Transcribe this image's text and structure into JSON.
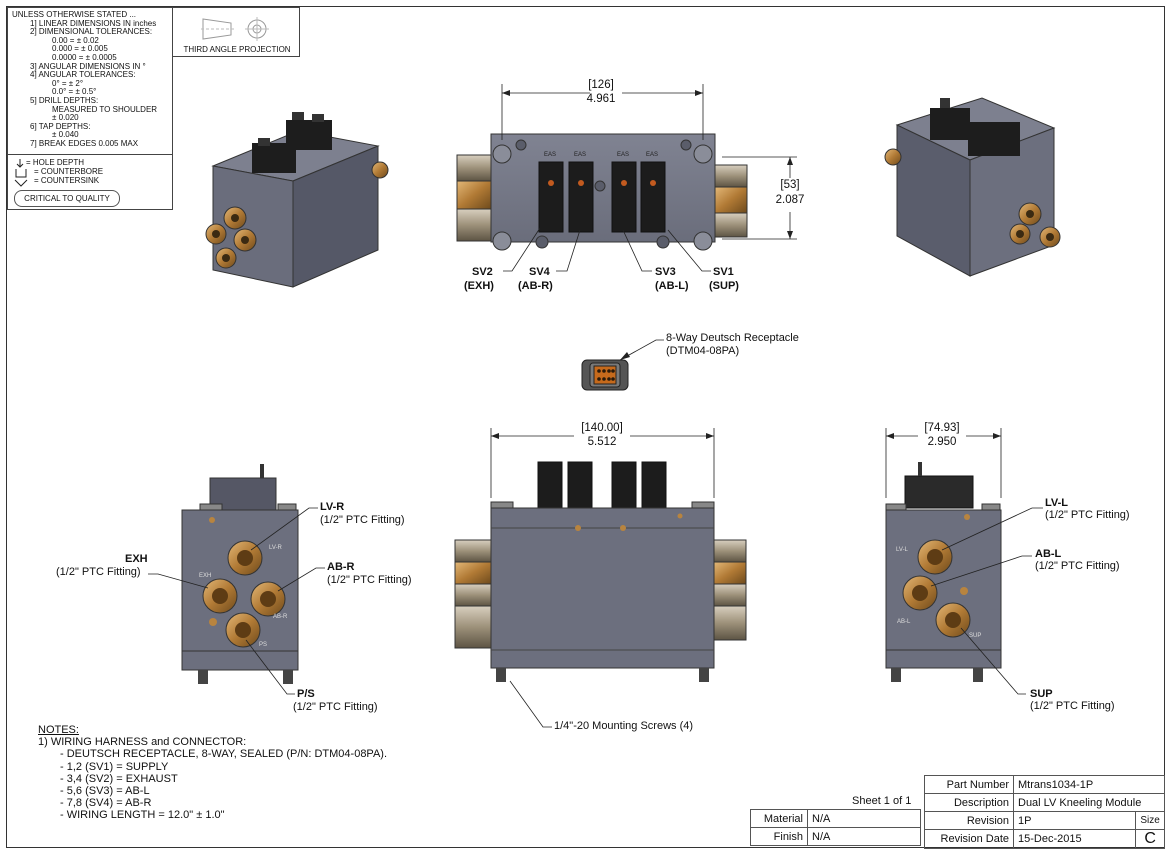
{
  "tolerances": {
    "lines": [
      "UNLESS OTHERWISE STATED ...",
      "1] LINEAR DIMENSIONS IN inches",
      "2] DIMENSIONAL TOLERANCES:",
      "0.00 = ± 0.02",
      "0.000 = ± 0.005",
      "0.0000 = ± 0.0005",
      "3] ANGULAR DIMENSIONS IN °",
      "4] ANGULAR TOLERANCES:",
      "0° = ± 2°",
      "0.0° = ± 0.5°",
      "5] DRILL DEPTHS:",
      "MEASURED TO SHOULDER",
      "± 0.020",
      "6] TAP DEPTHS:",
      "± 0.040",
      "7] BREAK EDGES 0.005 MAX"
    ]
  },
  "symbols": {
    "hole_depth": "= HOLE DEPTH",
    "counterbore": "= COUNTERBORE",
    "countersink": "= COUNTERSINK",
    "critical": "CRITICAL TO QUALITY"
  },
  "projection": {
    "label": "THIRD ANGLE PROJECTION"
  },
  "top_view": {
    "width_mm": "[126]",
    "width_in": "4.961",
    "height_mm": "[53]",
    "height_in": "2.087",
    "valves": {
      "sv2": "SV2",
      "sv2_sub": "(EXH)",
      "sv4": "SV4",
      "sv4_sub": "(AB-R)",
      "sv3": "SV3",
      "sv3_sub": "(AB-L)",
      "sv1": "SV1",
      "sv1_sub": "(SUP)"
    },
    "valve_marks": [
      "EAS",
      "EAS",
      "EAS",
      "EAS"
    ]
  },
  "receptacle": {
    "label": "8-Way Deutsch Receptacle",
    "part": "(DTM04-08PA)"
  },
  "front_view": {
    "width_mm": "[140.00]",
    "width_in": "5.512",
    "screws": "1/4\"-20 Mounting Screws (4)"
  },
  "side_view": {
    "width_mm": "[74.93]",
    "width_in": "2.950"
  },
  "fittings": {
    "ptc": "(1/2\" PTC Fitting)",
    "lv_r": "LV-R",
    "exh": "EXH",
    "ab_r": "AB-R",
    "ps": "P/S",
    "lv_l": "LV-L",
    "ab_l": "AB-L",
    "sup": "SUP"
  },
  "face_marks": {
    "left": [
      "LV-R",
      "EXH",
      "AB-R",
      "PS"
    ],
    "right": [
      "LV-L",
      "AB-L",
      "SUP"
    ]
  },
  "notes": {
    "title": "NOTES:",
    "lines": [
      "1) WIRING HARNESS and CONNECTOR:",
      "- DEUTSCH RECEPTACLE, 8-WAY, SEALED (P/N: DTM04-08PA).",
      "- 1,2 (SV1) = SUPPLY",
      "- 3,4 (SV2) = EXHAUST",
      "- 5,6 (SV3) = AB-L",
      "- 7,8 (SV4) = AB-R",
      "- WIRING LENGTH = 12.0\" ± 1.0\""
    ]
  },
  "title_block": {
    "sheet": "Sheet 1 of 1",
    "part_number_label": "Part Number",
    "part_number": "Mtrans1034-1P",
    "description_label": "Description",
    "description": "Dual LV Kneeling Module",
    "revision_label": "Revision",
    "revision": "1P",
    "revision_date_label": "Revision Date",
    "revision_date": "15-Dec-2015",
    "material_label": "Material",
    "material": "N/A",
    "finish_label": "Finish",
    "finish": "N/A",
    "size_label": "Size",
    "size": "C"
  },
  "colors": {
    "body": "#6e7180",
    "body_dark": "#4e515e",
    "fitting": "#b9843f",
    "connector": "#1b1b1b"
  }
}
